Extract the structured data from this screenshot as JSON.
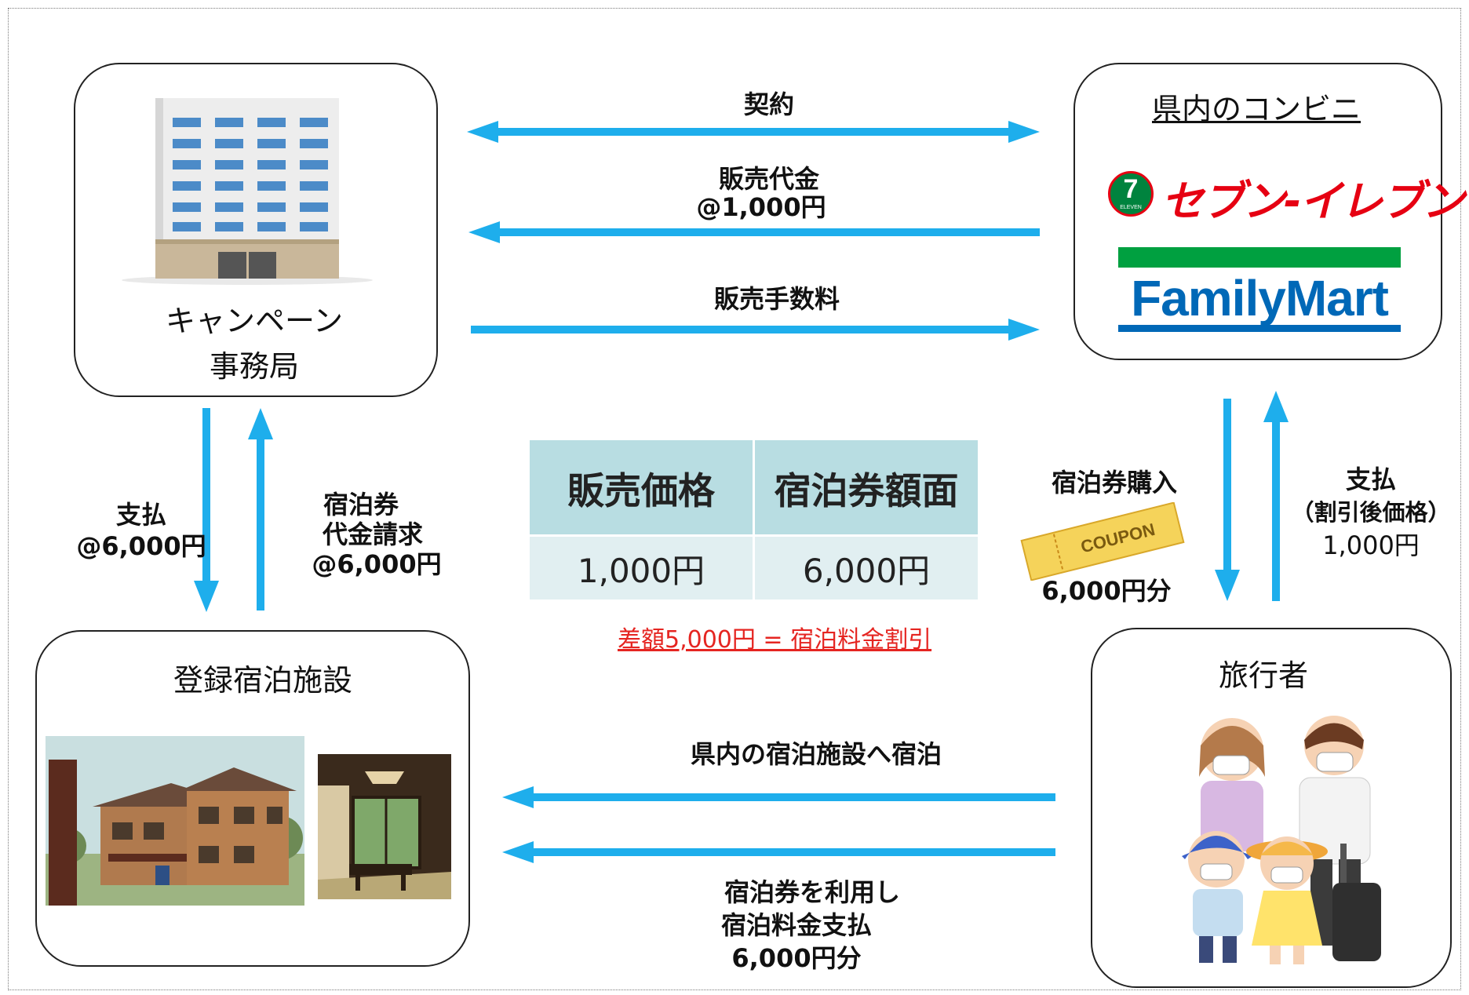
{
  "campaign_office": {
    "line1": "キャンペーン",
    "line2": "事務局"
  },
  "convenience": {
    "title": "県内のコンビニ",
    "seven_eleven_logo": "セブン-イレブン",
    "seven_eleven_badge": "7",
    "seven_eleven_badge_sub": "ELEVEN",
    "familymart_logo": "FamilyMart"
  },
  "hotels": {
    "title": "登録宿泊施設"
  },
  "traveler": {
    "title": "旅行者"
  },
  "flows": {
    "contract": "契約",
    "sales_proceeds_line1": "販売代金",
    "sales_proceeds_line2": "@1,000円",
    "sales_fee": "販売手数料",
    "payment_line1": "支払",
    "payment_line2": "@6,000円",
    "voucher_claim_line1": "宿泊券",
    "voucher_claim_line2": "代金請求",
    "voucher_claim_line3": "@6,000円",
    "purchase_title": "宿泊券購入",
    "purchase_amount": "6,000円分",
    "coupon_text": "COUPON",
    "traveler_payment_line1": "支払",
    "traveler_payment_line2": "（割引後価格）",
    "traveler_payment_line3": "1,000円",
    "stay": "県内の宿泊施設へ宿泊",
    "use_voucher_line1": "宿泊券を利用し",
    "use_voucher_line2": "宿泊料金支払",
    "use_voucher_line3": "6,000円分"
  },
  "price_table": {
    "headers": [
      "販売価格",
      "宿泊券額面"
    ],
    "values": [
      "1,000円",
      "6,000円"
    ],
    "difference_note": "差額5,000円 = 宿泊料金割引"
  },
  "colors": {
    "arrow": "#1eaeec",
    "table_header": "#b8dde2",
    "table_cell": "#e1eff1",
    "note_red": "#e52521",
    "seven_red": "#e60012",
    "seven_green": "#00833e",
    "familymart_blue": "#0068b7",
    "familymart_green": "#00a040"
  }
}
